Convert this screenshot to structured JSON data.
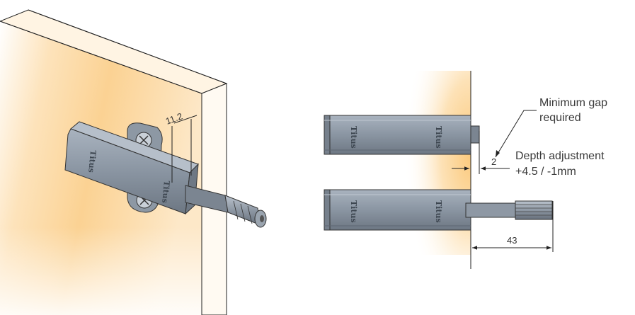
{
  "labels": {
    "gap_line1": "Minimum gap",
    "gap_line2": "required",
    "depth_line1": "Depth adjustment",
    "depth_line2": "+4.5 / -1mm"
  },
  "dimensions": {
    "left_view_depth": "11.2",
    "gap": "2",
    "stroke_length": "43"
  },
  "brand_marks": {
    "text": "Titus"
  },
  "colors": {
    "wood_warm": "#fcd49a",
    "wood_light": "#fff7ea",
    "body_grey": "#8b96a3",
    "body_dark": "#56606c",
    "line": "#222222"
  }
}
